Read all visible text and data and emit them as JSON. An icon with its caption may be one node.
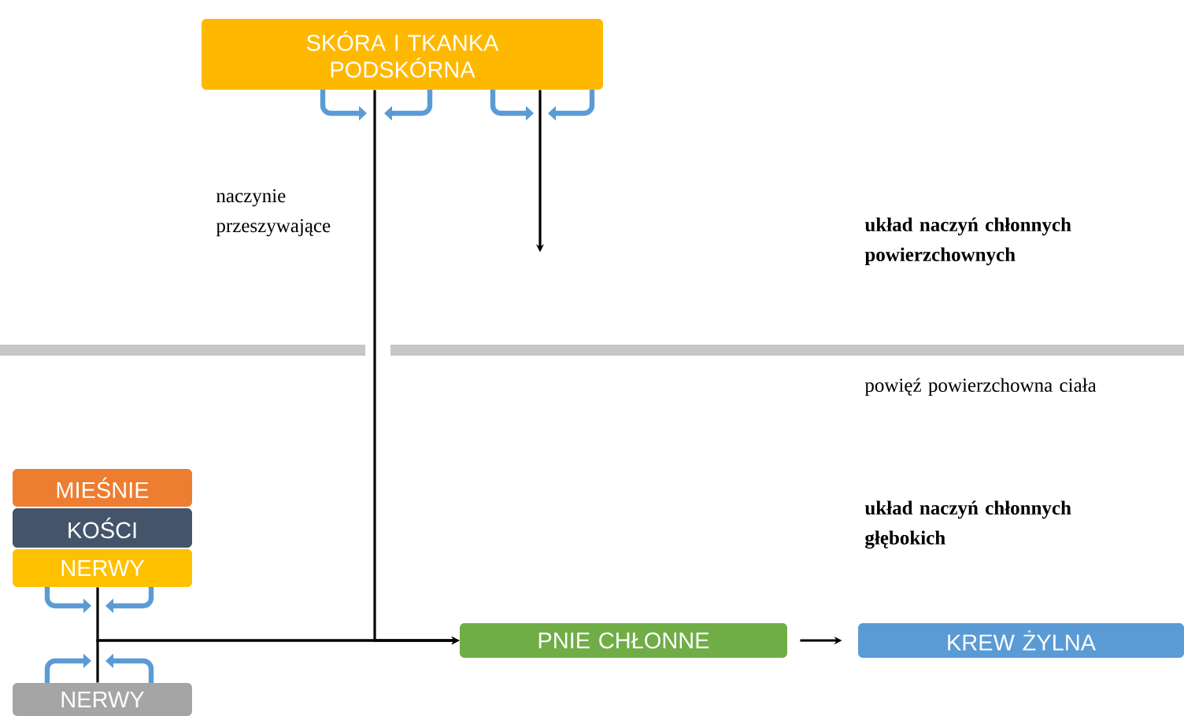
{
  "diagram": {
    "nodes": [
      {
        "text": [
          "SKÓRA I TKANKA PODSKÓRNA"
        ]
      },
      {
        "text": [
          "MIEŚNIE"
        ]
      },
      {
        "text": [
          "KOŚCI"
        ]
      },
      {
        "text": [
          "NERWY"
        ]
      },
      {
        "text": [
          "NERWY"
        ]
      },
      {
        "text": [
          "PNIE CHŁONNE"
        ]
      },
      {
        "text": [
          "KREW ŻYLNA"
        ]
      }
    ],
    "edges": [
      {
        "from": 0,
        "to": 5,
        "arrow": "to"
      },
      {
        "from": 3,
        "to": 5,
        "arrow": "to"
      },
      {
        "from": 4,
        "to": 5,
        "arrow": "to"
      },
      {
        "from": 5,
        "to": 6,
        "arrow": "to"
      },
      {
        "from": 0,
        "to": null,
        "arrow": "to"
      }
    ],
    "labels": [
      "naczynie przeszywające",
      "układ naczyń chłonnych powierzchownych",
      "powięź powierzchowna ciała",
      "układ naczyń chłonnych głębokich"
    ]
  }
}
